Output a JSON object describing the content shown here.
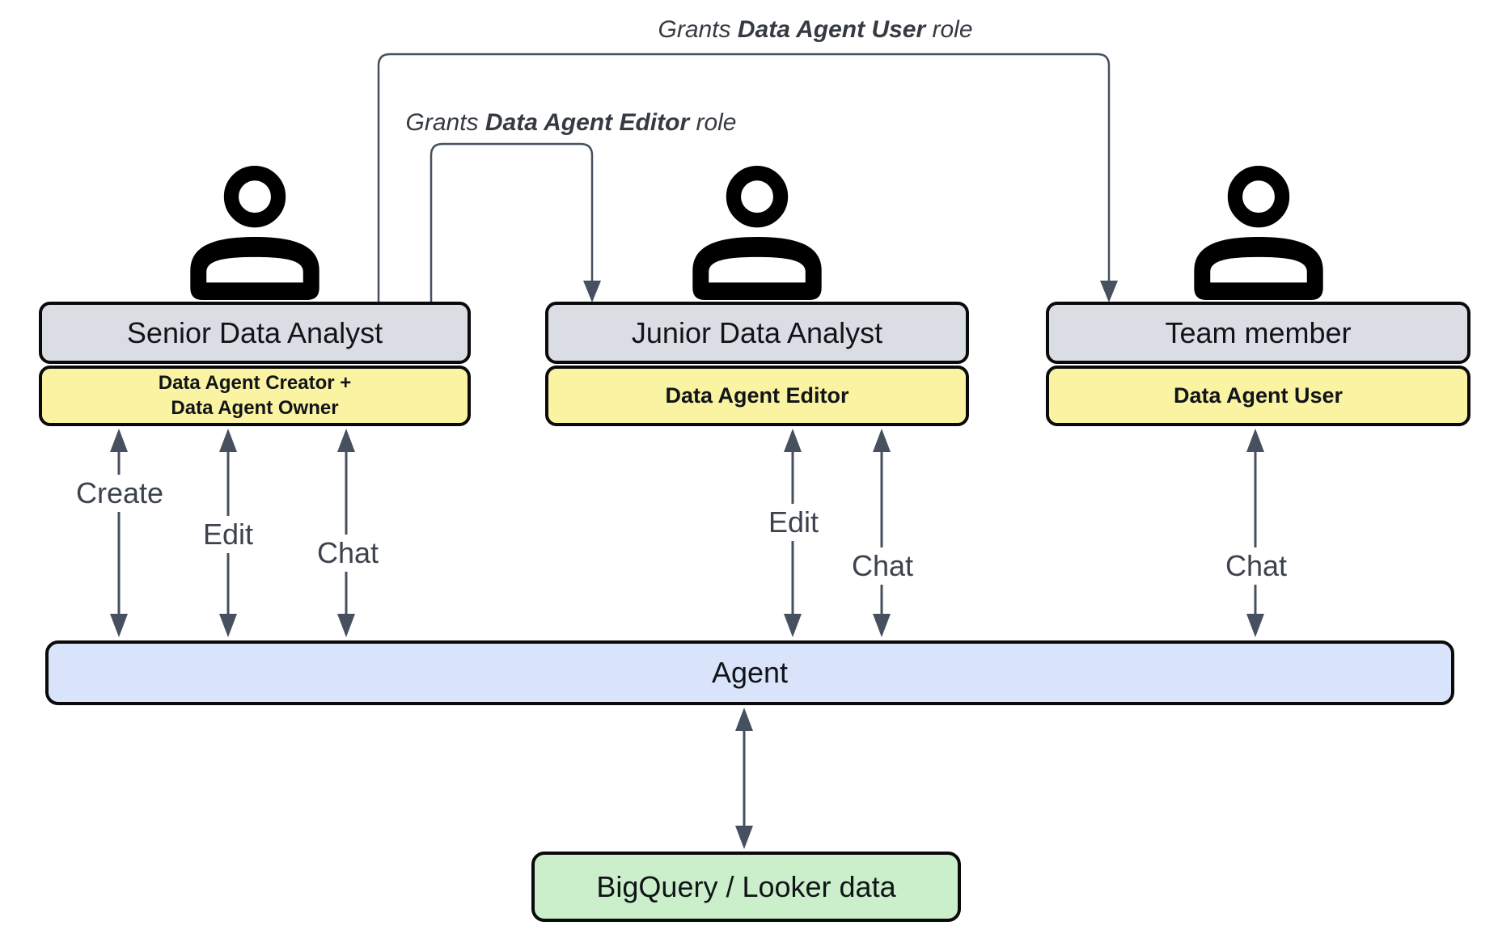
{
  "diagram": {
    "grants": {
      "user": {
        "prefix": "Grants ",
        "bold": "Data Agent User",
        "suffix": " role"
      },
      "editor": {
        "prefix": "Grants ",
        "bold": "Data Agent Editor",
        "suffix": " role"
      }
    },
    "actors": [
      {
        "name": "Senior Data Analyst",
        "role_lines": [
          "Data Agent Creator +",
          "Data Agent Owner"
        ]
      },
      {
        "name": "Junior Data Analyst",
        "role_lines": [
          "Data Agent Editor"
        ]
      },
      {
        "name": "Team member",
        "role_lines": [
          "Data Agent User"
        ]
      }
    ],
    "arrow_labels": [
      "Create",
      "Edit",
      "Chat",
      "Edit",
      "Chat",
      "Chat"
    ],
    "agent": {
      "label": "Agent"
    },
    "datasource": {
      "label": "BigQuery / Looker data"
    },
    "colors": {
      "actor_box": "#dadde3",
      "role_box": "#faf3a1",
      "agent_bar": "#d9e4fb",
      "datasource_box": "#cbefca",
      "connector": "#47505e",
      "border": "#0a0a0a"
    }
  }
}
